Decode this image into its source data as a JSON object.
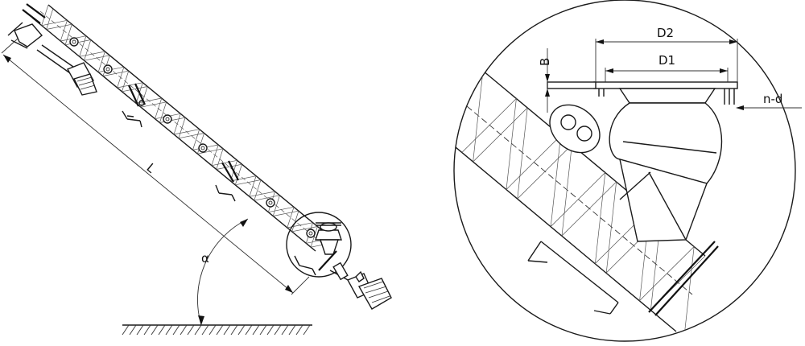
{
  "labels": {
    "length": "L",
    "angle": "α",
    "d2": "D2",
    "d1": "D1",
    "b": "B",
    "nd": "n-d"
  }
}
